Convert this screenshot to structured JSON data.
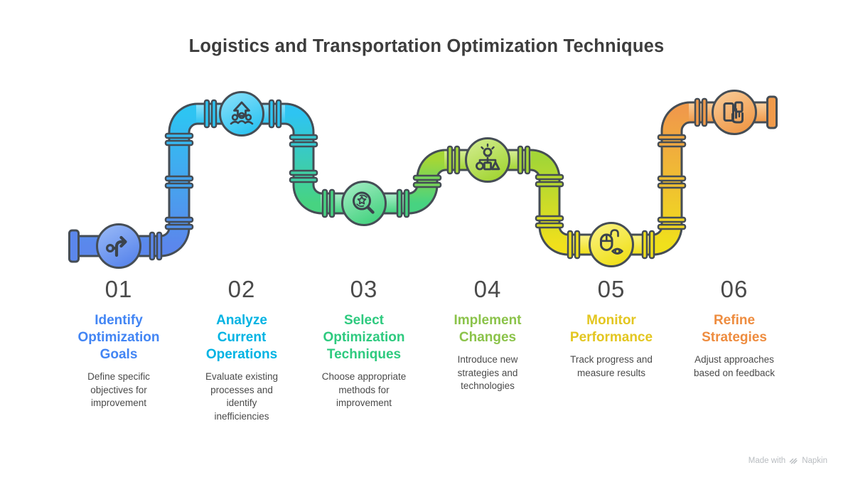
{
  "title": "Logistics and Transportation Optimization Techniques",
  "steps": [
    {
      "number": "01",
      "title": "Identify\nOptimization\nGoals",
      "description": "Define specific\nobjectives for\nimprovement",
      "color": "#4285F4",
      "pipe_base": "#5B87EC",
      "pipe_light": "#9CBCF8",
      "icon": "direction-arrows-icon"
    },
    {
      "number": "02",
      "title": "Analyze\nCurrent\nOperations",
      "description": "Evaluate existing\nprocesses and\nidentify\ninefficiencies",
      "color": "#00B3E3",
      "pipe_base": "#2EC4F2",
      "pipe_light": "#8FE2FB",
      "icon": "team-growth-arrow-icon"
    },
    {
      "number": "03",
      "title": "Select\nOptimization\nTechniques",
      "description": "Choose appropriate\nmethods for\nimprovement",
      "color": "#2ECA7F",
      "pipe_base": "#47D381",
      "pipe_light": "#A9EEC8",
      "icon": "search-star-refresh-icon"
    },
    {
      "number": "04",
      "title": "Implement\nChanges",
      "description": "Introduce new\nstrategies and\ntechnologies",
      "color": "#8BC34A",
      "pipe_base": "#A4D636",
      "pipe_light": "#D6EE96",
      "icon": "idea-shapes-icon"
    },
    {
      "number": "05",
      "title": "Monitor\nPerformance",
      "description": "Track progress and\nmeasure results",
      "color": "#E3C620",
      "pipe_base": "#F0E01C",
      "pipe_light": "#FBF48A",
      "icon": "mouse-eye-icon"
    },
    {
      "number": "06",
      "title": "Refine\nStrategies",
      "description": "Adjust approaches\nbased on feedback",
      "color": "#EE8C3F",
      "pipe_base": "#F09A4A",
      "pipe_light": "#F9CF9E",
      "icon": "documents-tap-icon"
    }
  ],
  "style": {
    "outline_color": "#454D55",
    "icon_stroke_color": "#3B434C",
    "title_color": "#3D3D3D",
    "number_color": "#4A4A4A",
    "description_color": "#4A4A4A"
  },
  "footer": {
    "prefix": "Made with",
    "brand": "Napkin",
    "logo_icon": "napkin-chevrons-icon"
  }
}
